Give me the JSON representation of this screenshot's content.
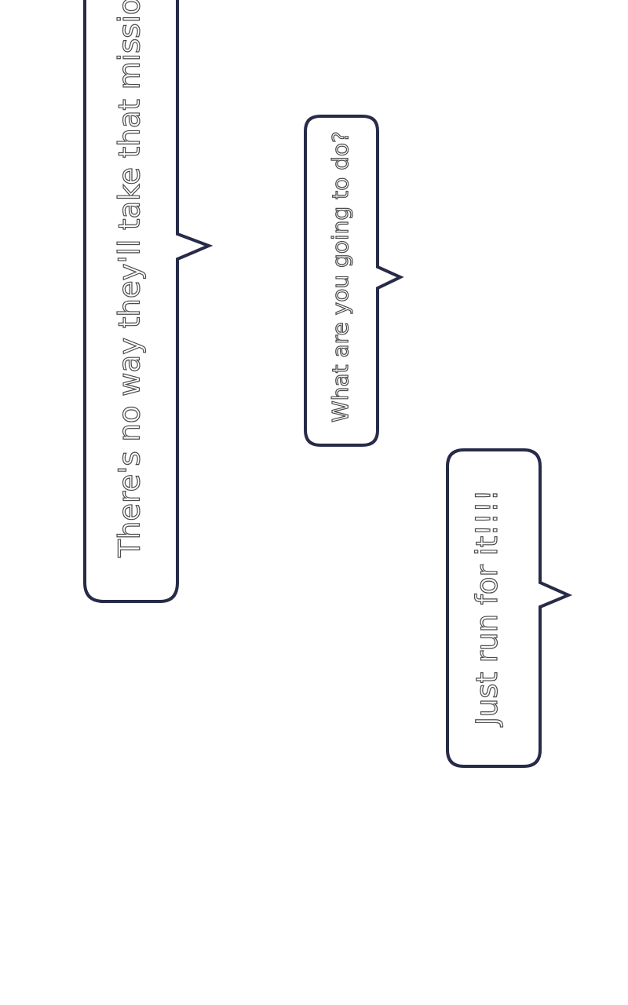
{
  "bubbles": [
    {
      "text": "There's no way they'll take that missio"
    },
    {
      "text": "What are you going to do?"
    },
    {
      "text": "Just run for it!!!!"
    }
  ],
  "colors": {
    "background": "#ffffff",
    "bubble_fill": "#ffffff",
    "bubble_outline": "#272b48",
    "text_fill": "#ffffff",
    "text_outline": "#4a4a4a"
  }
}
